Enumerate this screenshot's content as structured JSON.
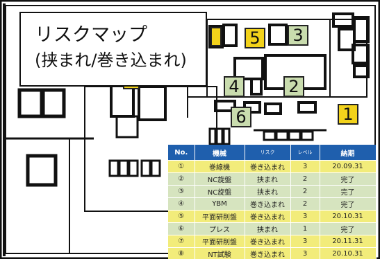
{
  "title": {
    "line1": "リスクマップ",
    "line2": "(挟まれ/巻き込まれ)"
  },
  "markers": [
    {
      "id": "5",
      "label": "5",
      "fill": "#f2d21b"
    },
    {
      "id": "3",
      "label": "3",
      "fill": "#c9dcae"
    },
    {
      "id": "4",
      "label": "4",
      "fill": "#c9dcae"
    },
    {
      "id": "2",
      "label": "2",
      "fill": "#c9dcae"
    },
    {
      "id": "6",
      "label": "6",
      "fill": "#c9dcae"
    },
    {
      "id": "1",
      "label": "1",
      "fill": "#f2d21b"
    }
  ],
  "table": {
    "headers": [
      "No.",
      "機械",
      "リスク",
      "レベル",
      "納期"
    ],
    "rows": [
      {
        "no": "①",
        "machine": "巻線機",
        "risk": "巻き込まれ",
        "level": "3",
        "due": "20.09.31"
      },
      {
        "no": "②",
        "machine": "NC旋盤",
        "risk": "挟まれ",
        "level": "2",
        "due": "完了"
      },
      {
        "no": "③",
        "machine": "NC旋盤",
        "risk": "挟まれ",
        "level": "2",
        "due": "完了"
      },
      {
        "no": "④",
        "machine": "YBM",
        "risk": "巻き込まれ",
        "level": "2",
        "due": "完了"
      },
      {
        "no": "⑤",
        "machine": "平面研削盤",
        "risk": "巻き込まれ",
        "level": "3",
        "due": "20.10.31"
      },
      {
        "no": "⑥",
        "machine": "プレス",
        "risk": "挟まれ",
        "level": "1",
        "due": "完了"
      },
      {
        "no": "⑦",
        "machine": "平面研削盤",
        "risk": "巻き込まれ",
        "level": "3",
        "due": "20.11.31"
      },
      {
        "no": "⑧",
        "machine": "NT試験",
        "risk": "巻き込まれ",
        "level": "3",
        "due": "20.10.31"
      }
    ]
  },
  "colors": {
    "header_blue": "#1f5fad",
    "row_high": "#f2ec7a",
    "row_low": "#d6e4bf",
    "marker_yellow": "#f2d21b",
    "marker_green": "#c9dcae"
  }
}
